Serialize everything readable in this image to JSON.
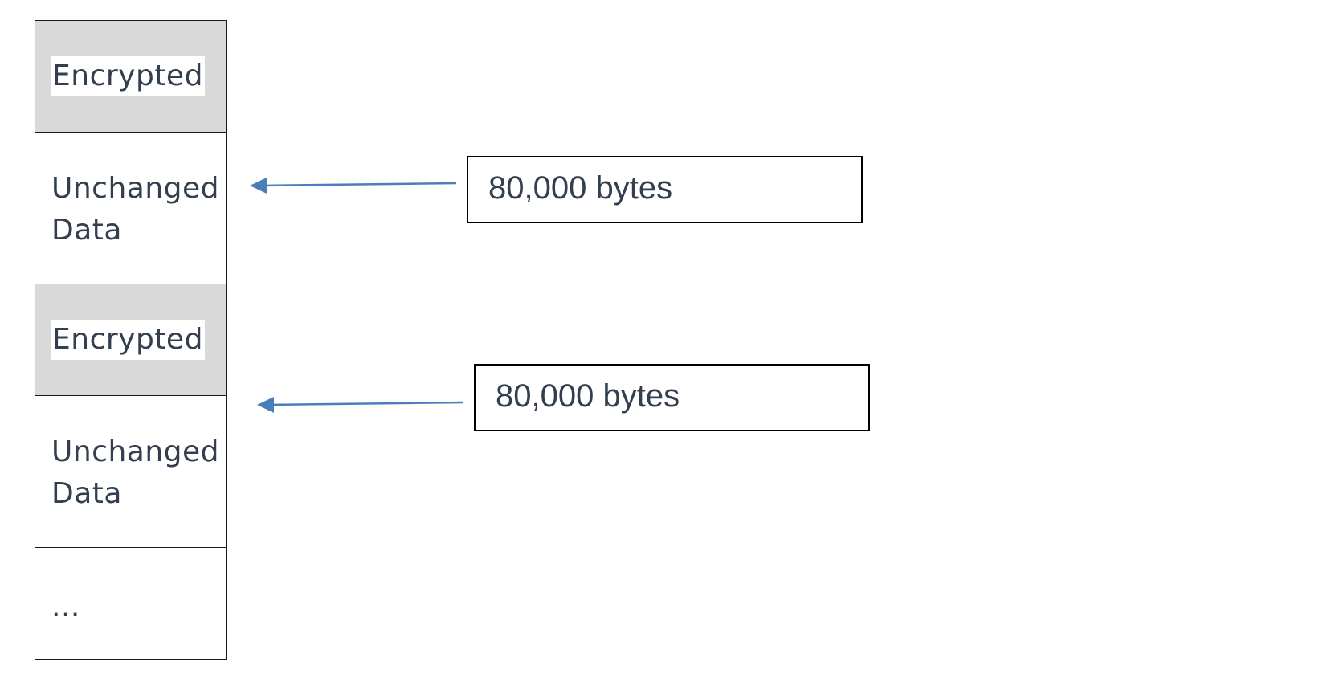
{
  "blocks": [
    {
      "kind": "encrypted",
      "label": "Encrypted"
    },
    {
      "kind": "unchanged",
      "label": "Unchanged\nData"
    },
    {
      "kind": "encrypted",
      "label": "Encrypted"
    },
    {
      "kind": "unchanged",
      "label": "Unchanged\nData"
    },
    {
      "kind": "ellipsis",
      "label": "..."
    }
  ],
  "annotations": [
    {
      "label": "80,000 bytes",
      "points_to_block": 1
    },
    {
      "label": "80,000 bytes",
      "points_to_block": 3
    }
  ],
  "colors": {
    "encrypted_fill": "#d9d9d9",
    "arrow": "#4a7ebb",
    "text": "#333f4f"
  }
}
